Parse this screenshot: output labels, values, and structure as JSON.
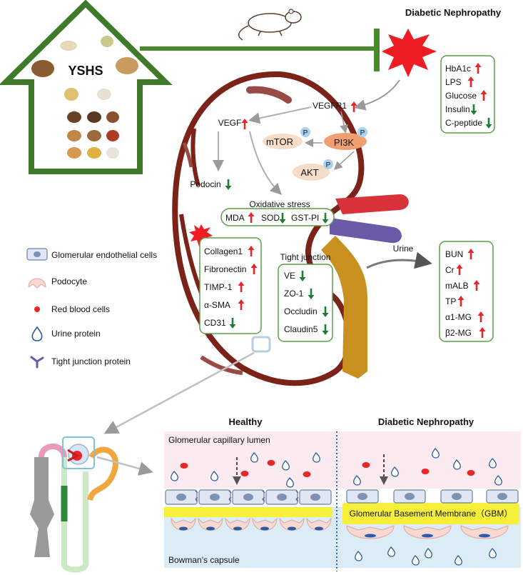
{
  "top": {
    "title": "Diabetic Nephropathy",
    "treatment": "YSHS",
    "serum_markers": [
      {
        "label": "HbA1c",
        "trend": "up"
      },
      {
        "label": "LPS",
        "trend": "up"
      },
      {
        "label": "Glucose",
        "trend": "up"
      },
      {
        "label": "Insulin",
        "trend": "down"
      },
      {
        "label": "C-peptide",
        "trend": "down"
      }
    ]
  },
  "pathway": {
    "vegfr1": "VEGFR1",
    "vegf": "VEGF",
    "mtor": "mTOR",
    "pi3k": "PI3K",
    "akt": "AKT",
    "phospho": "P",
    "podocin": "Podocin"
  },
  "oxidative": {
    "title": "Oxidative stress",
    "items": [
      {
        "label": "MDA",
        "trend": "up"
      },
      {
        "label": "SOD",
        "trend": "down"
      },
      {
        "label": "GST-PI",
        "trend": "down"
      }
    ]
  },
  "fibrosis": {
    "items": [
      {
        "label": "Collagen1",
        "trend": "up"
      },
      {
        "label": "Fibronectin",
        "trend": "up"
      },
      {
        "label": "TIMP-1",
        "trend": "up"
      },
      {
        "label": "α-SMA",
        "trend": "up"
      },
      {
        "label": "CD31",
        "trend": "down"
      }
    ]
  },
  "tight_junction": {
    "title": "Tight junction",
    "items": [
      {
        "label": "VE",
        "trend": "down"
      },
      {
        "label": "ZO-1",
        "trend": "down"
      },
      {
        "label": "Occludin",
        "trend": "down"
      },
      {
        "label": "Claudin5",
        "trend": "down"
      }
    ]
  },
  "urine": {
    "title": "Urine",
    "items": [
      {
        "label": "BUN",
        "trend": "up"
      },
      {
        "label": "Cr",
        "trend": "up"
      },
      {
        "label": "mALB",
        "trend": "up"
      },
      {
        "label": "TP",
        "trend": "up"
      },
      {
        "label": "α1-MG",
        "trend": "up"
      },
      {
        "label": "β2-MG",
        "trend": "up"
      }
    ]
  },
  "legend": [
    {
      "label": "Glomerular endothelial cells",
      "icon": "endothelial-cell-icon"
    },
    {
      "label": "Podocyte",
      "icon": "podocyte-icon"
    },
    {
      "label": "Red blood cells",
      "icon": "red-blood-cell-icon"
    },
    {
      "label": "Urine protein",
      "icon": "urine-protein-icon"
    },
    {
      "label": "Tight junction protein",
      "icon": "tight-junction-protein-icon"
    }
  ],
  "bottom": {
    "healthy_title": "Healthy",
    "dn_title": "Diabetic Nephropathy",
    "lumen_label": "Glomerular capillary lumen",
    "gbm_label": "Glomerular Basement Membrane（GBM）",
    "bowman_label": "Bowman's capsule"
  },
  "colors": {
    "up": "#e8262a",
    "down": "#1e7d32",
    "box_border": "#5aa047",
    "green_arrow": "#4a8a2c"
  }
}
